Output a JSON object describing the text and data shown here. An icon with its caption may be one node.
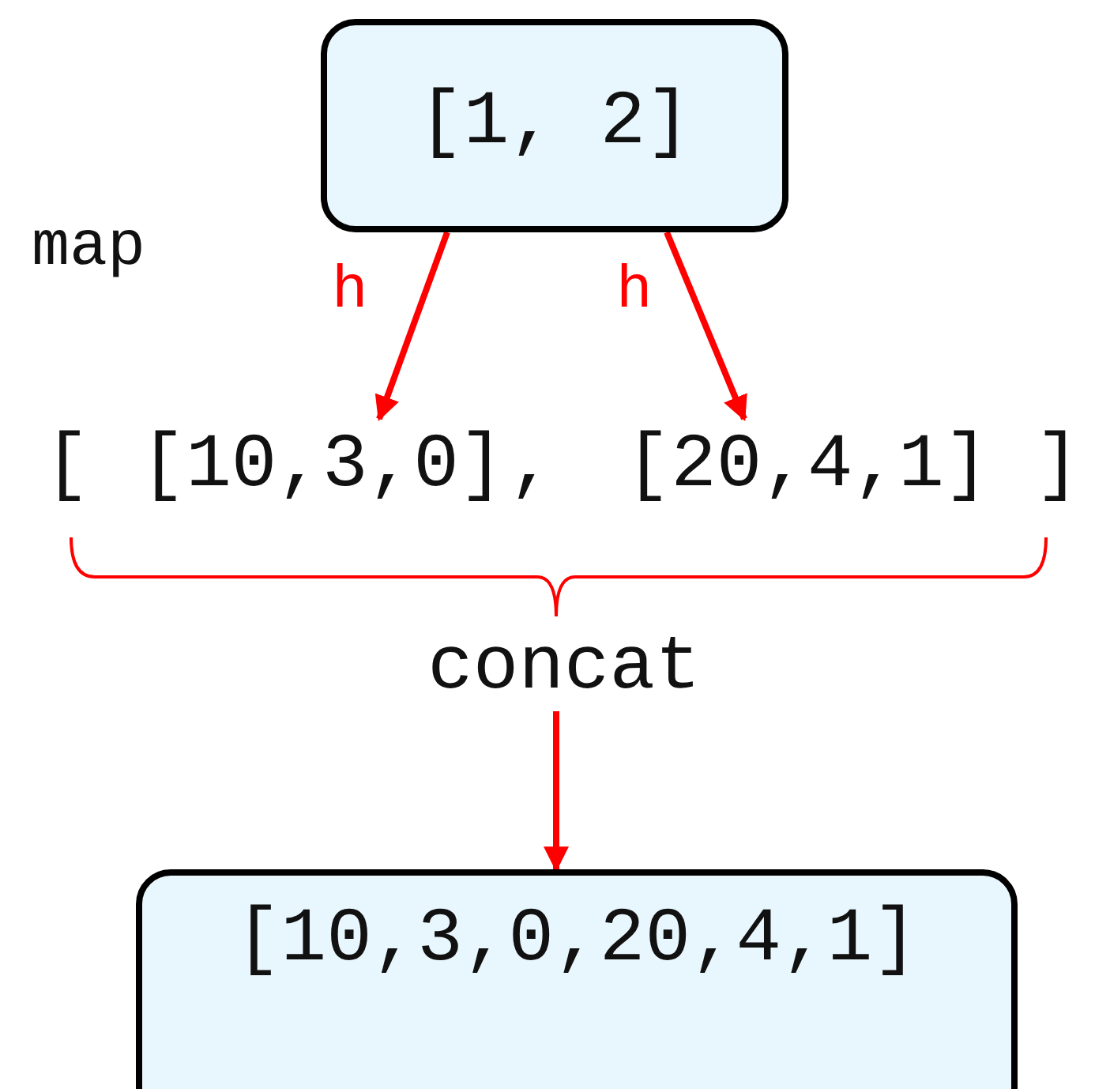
{
  "diagram": {
    "nodes": [
      {
        "text": [
          "[1, 2]"
        ]
      },
      {
        "text": [
          "[10,3,0]"
        ]
      },
      {
        "text": [
          "[20,4,1]"
        ]
      },
      {
        "text": [
          "concat"
        ]
      },
      {
        "text": [
          "[10,3,0,20,4,1]"
        ]
      }
    ],
    "edges": [
      {
        "from": 0,
        "to": 1,
        "arrow": "to",
        "label": "h"
      },
      {
        "from": 0,
        "to": 2,
        "arrow": "to",
        "label": "h"
      },
      {
        "from": 3,
        "to": 4,
        "arrow": "to"
      }
    ],
    "labels": [
      "map",
      "[",
      ",",
      "]"
    ]
  }
}
